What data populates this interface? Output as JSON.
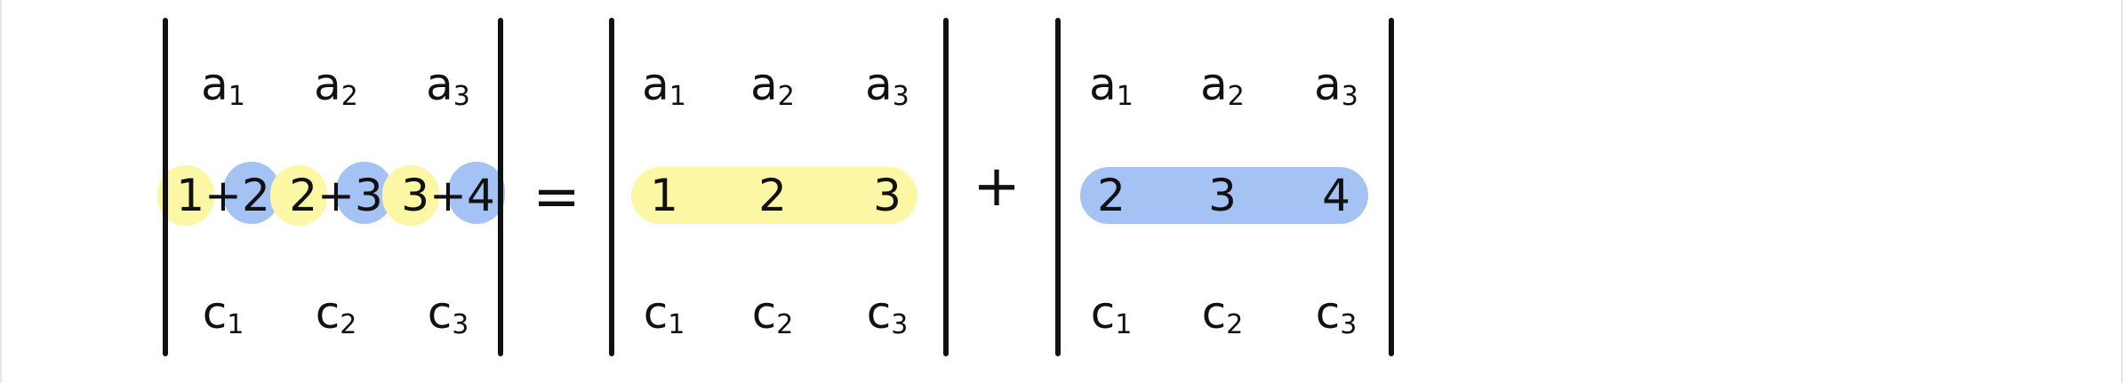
{
  "colors": {
    "yellow": "#fbf7a4",
    "blue": "#a4c2f4",
    "ink": "#111111"
  },
  "equation": {
    "operators": [
      "=",
      "+"
    ],
    "determinants": [
      {
        "rows": [
          [
            {
              "base": "a",
              "sub": "1"
            },
            {
              "base": "a",
              "sub": "2"
            },
            {
              "base": "a",
              "sub": "3"
            }
          ],
          [
            {
              "text": "1+2"
            },
            {
              "text": "2+3"
            },
            {
              "text": "3+4"
            }
          ],
          [
            {
              "base": "c",
              "sub": "1"
            },
            {
              "base": "c",
              "sub": "2"
            },
            {
              "base": "c",
              "sub": "3"
            }
          ]
        ]
      },
      {
        "rows": [
          [
            {
              "base": "a",
              "sub": "1"
            },
            {
              "base": "a",
              "sub": "2"
            },
            {
              "base": "a",
              "sub": "3"
            }
          ],
          [
            {
              "text": "1"
            },
            {
              "text": "2"
            },
            {
              "text": "3"
            }
          ],
          [
            {
              "base": "c",
              "sub": "1"
            },
            {
              "base": "c",
              "sub": "2"
            },
            {
              "base": "c",
              "sub": "3"
            }
          ]
        ]
      },
      {
        "rows": [
          [
            {
              "base": "a",
              "sub": "1"
            },
            {
              "base": "a",
              "sub": "2"
            },
            {
              "base": "a",
              "sub": "3"
            }
          ],
          [
            {
              "text": "2"
            },
            {
              "text": "3"
            },
            {
              "text": "4"
            }
          ],
          [
            {
              "base": "c",
              "sub": "1"
            },
            {
              "base": "c",
              "sub": "2"
            },
            {
              "base": "c",
              "sub": "3"
            }
          ]
        ]
      }
    ]
  }
}
